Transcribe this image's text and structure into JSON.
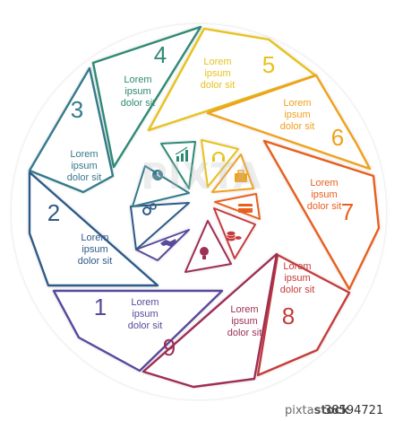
{
  "segments": [
    {
      "number": "1",
      "text": [
        "Lorem",
        "ipsum",
        "dolor sit"
      ],
      "color": "#5a4a9c"
    },
    {
      "number": "2",
      "text": [
        "Lorem",
        "ipsum",
        "dolor sit"
      ],
      "color": "#2f5a88"
    },
    {
      "number": "3",
      "text": [
        "Lorem",
        "ipsum",
        "dolor sit"
      ],
      "color": "#357a8c"
    },
    {
      "number": "4",
      "text": [
        "Lorem",
        "ipsum",
        "dolor sit"
      ],
      "color": "#2e8a74"
    },
    {
      "number": "5",
      "text": [
        "Lorem",
        "ipsum",
        "dolor sit"
      ],
      "color": "#e8c21c"
    },
    {
      "number": "6",
      "text": [
        "Lorem",
        "ipsum",
        "dolor sit"
      ],
      "color": "#f0a11d"
    },
    {
      "number": "7",
      "text": [
        "Lorem",
        "ipsum",
        "dolor sit"
      ],
      "color": "#e85f1e"
    },
    {
      "number": "8",
      "text": [
        "Lorem",
        "ipsum",
        "dolor sit"
      ],
      "color": "#c73a3a"
    },
    {
      "number": "9",
      "text": [
        "Lorem",
        "ipsum",
        "dolor sit"
      ],
      "color": "#9e2f55"
    }
  ],
  "icons": [
    "handshake-icon",
    "gears-icon",
    "clock-icon",
    "chart-icon",
    "headset-icon",
    "briefcase-icon",
    "credit-card-icon",
    "coins-icon",
    "lightbulb-icon"
  ],
  "watermark": "PIXTA",
  "footer": {
    "brand": "pixta",
    "brand_suffix": "stock",
    "id": "38594721"
  }
}
